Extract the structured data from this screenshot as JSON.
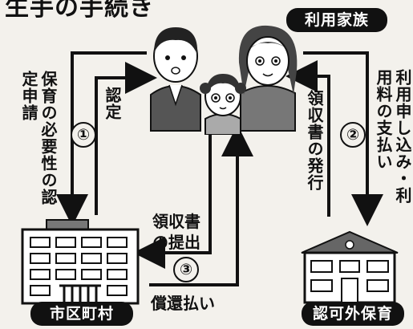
{
  "title": "生手の手続き",
  "labels": {
    "family": "利用家族",
    "municipality": "市区町村",
    "facility": "認可外保育"
  },
  "steps": {
    "step1_number": "①",
    "step1_text": "保育の必要性の認定申請",
    "step1_return": "認定",
    "step2_number": "②",
    "step2_text": "利用申し込み・利用料の支払い",
    "step2_return": "領収書の発行",
    "step3_number": "③",
    "step3_text_line1": "領収書",
    "step3_text_line2": "の提出",
    "step3_return": "償還払い"
  }
}
